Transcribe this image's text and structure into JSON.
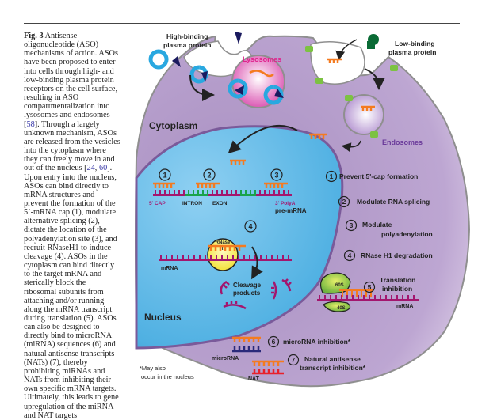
{
  "caption": {
    "label": "Fig. 3",
    "text_parts": [
      "Antisense oligonucleotide (ASO) mechanisms of action. ASOs have been proposed to enter into cells through high- and low-binding plasma protein receptors on the cell surface, resulting in ASO compartmentalization into lysosomes and endosomes [",
      "]. Through a largely unknown mechanism, ASOs are released from the vesicles into the cytoplasm where they can freely move in and out of the nucleus [",
      ", ",
      "]. Upon entry into the nucleus, ASOs can bind directly to mRNA structures and prevent the formation of the 5’-mRNA cap (1), modulate alternative splicing (2), dictate the location of the polyadenylation site (3), and recruit RNaseH1 to induce cleavage (4). ASOs in the cytoplasm can bind directly to the target mRNA and sterically block the ribosomal subunits from attaching and/or running along the mRNA transcript during translation (5). ASOs can also be designed to directly bind to microRNA (miRNA) sequences (6) and natural antisense transcripts (NATs) (7), thereby prohibiting miRNAs and NATs from inhibiting their own specific mRNA targets. Ultimately, this leads to gene upregulation of the miRNA and NAT targets"
    ],
    "refs": [
      "58",
      "24",
      "60"
    ]
  },
  "figure": {
    "high_binding_label_1": "High-binding",
    "high_binding_label_2": "plasma protein",
    "low_binding_label_1": "Low-binding",
    "low_binding_label_2": "plasma protein",
    "lysosomes": "Lysosomes",
    "endosomes": "Endosomes",
    "cytoplasm": "Cytoplasm",
    "nucleus": "Nucleus",
    "cap": "5' CAP",
    "intron": "INTRON",
    "exon": "EXON",
    "polya": "3' PolyA",
    "pre_mrna": "pre-mRNA",
    "mrna": "mRNA",
    "rnase_1": "RNase",
    "rnase_2": "H1",
    "cleavage_1": "Cleavage",
    "cleavage_2": "products",
    "ribo_60s": "60S",
    "ribo_40s": "40S",
    "mrna_translation": "mRNA",
    "microrna": "microRNA",
    "nat": "NAT",
    "footnote_1": "*May also",
    "footnote_2": "occur in the nucleus",
    "steps": [
      {
        "num": "1",
        "line1": "Prevent 5'-cap formation",
        "line2": ""
      },
      {
        "num": "2",
        "line1": "Modulate RNA splicing",
        "line2": ""
      },
      {
        "num": "3",
        "line1": "Modulate",
        "line2": "polyadenylation"
      },
      {
        "num": "4",
        "line1": "RNase H1 degradation",
        "line2": ""
      },
      {
        "num": "5",
        "line1": "Translation",
        "line2": "inhibition"
      },
      {
        "num": "6",
        "line1": "microRNA inhibition*",
        "line2": ""
      },
      {
        "num": "7",
        "line1": "Natural antisense",
        "line2": "transcript inhibition*"
      }
    ],
    "nucleus_markers": [
      "1",
      "2",
      "3",
      "4"
    ],
    "colors": {
      "cytoplasm": "#b9a3cc",
      "nucleus": "#5fb6e6",
      "aso": "#f47b20",
      "mrna": "#a3166e",
      "intron": "#1aa34a",
      "high_receptor": "#1a1a5e",
      "high_protein": "#29a8e0",
      "low_protein": "#7cc242",
      "low_receptor": "#0a6b35",
      "lysosome": "#e05fb8",
      "lysosome_label": "#e0228c",
      "endosome_label": "#6a3a9a",
      "rnase": "#f5e94a",
      "ribosome": "#8cc63f",
      "microrna": "#2a2a7a",
      "nat": "#e8202a"
    }
  }
}
